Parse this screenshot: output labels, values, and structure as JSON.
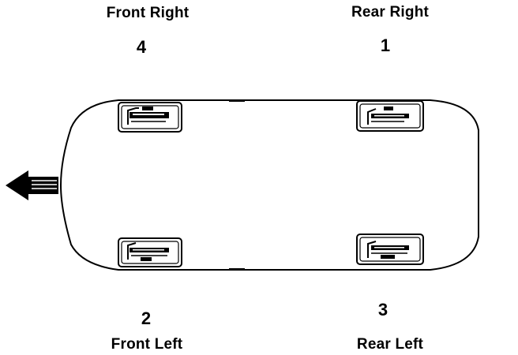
{
  "positions": {
    "front_right": {
      "label": "Front Right",
      "number": "4"
    },
    "rear_right": {
      "label": "Rear Right",
      "number": "1"
    },
    "front_left": {
      "label": "Front Left",
      "number": "2"
    },
    "rear_left": {
      "label": "Rear Left",
      "number": "3"
    }
  },
  "icons": {
    "direction": "direction-arrow-icon",
    "wheel": "wheel-brake-icon"
  },
  "colors": {
    "ink": "#000000",
    "background": "#ffffff"
  }
}
